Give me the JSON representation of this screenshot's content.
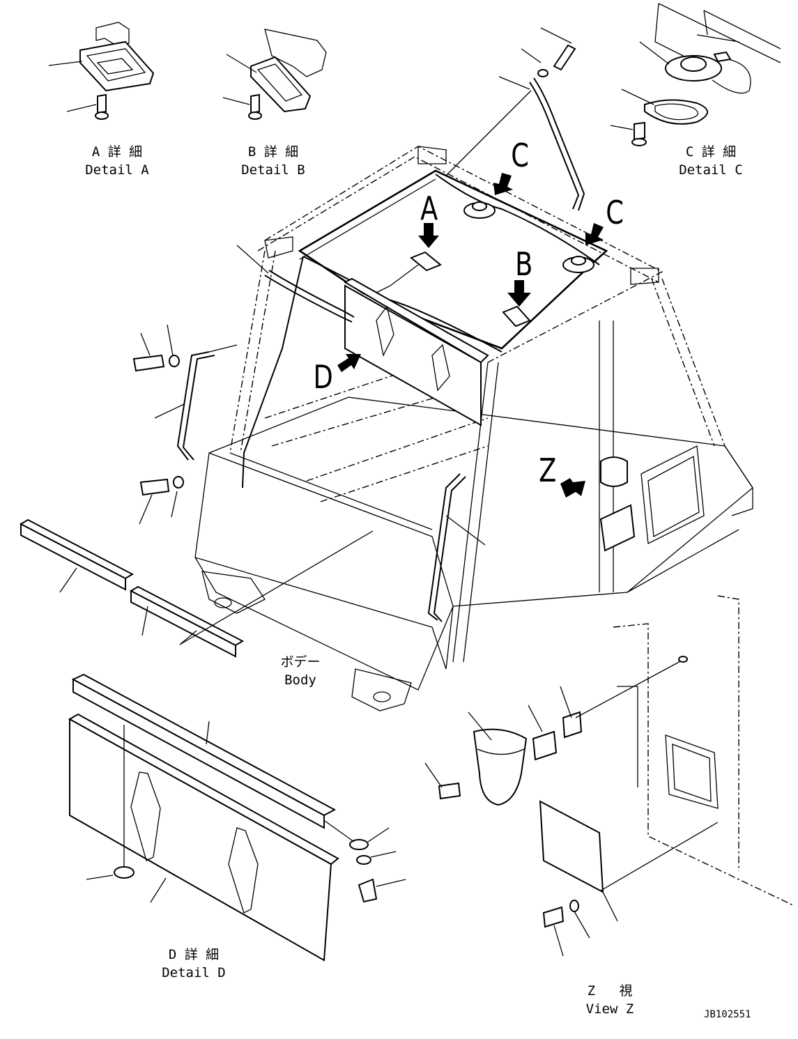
{
  "details": {
    "a": {
      "ja": "A 詳 細",
      "en": "Detail A"
    },
    "b": {
      "ja": "B 詳 細",
      "en": "Detail B"
    },
    "c": {
      "ja": "C 詳 細",
      "en": "Detail C"
    },
    "d": {
      "ja": "D 詳 細",
      "en": "Detail D"
    }
  },
  "view_z": {
    "ja": "Z   視",
    "en": "View Z"
  },
  "body": {
    "ja": "ボデー",
    "en": "Body"
  },
  "markers": {
    "a": "A",
    "b": "B",
    "c_upper": "C",
    "c_lower": "C",
    "d": "D",
    "z": "Z"
  },
  "drawing_code": "JB102551"
}
